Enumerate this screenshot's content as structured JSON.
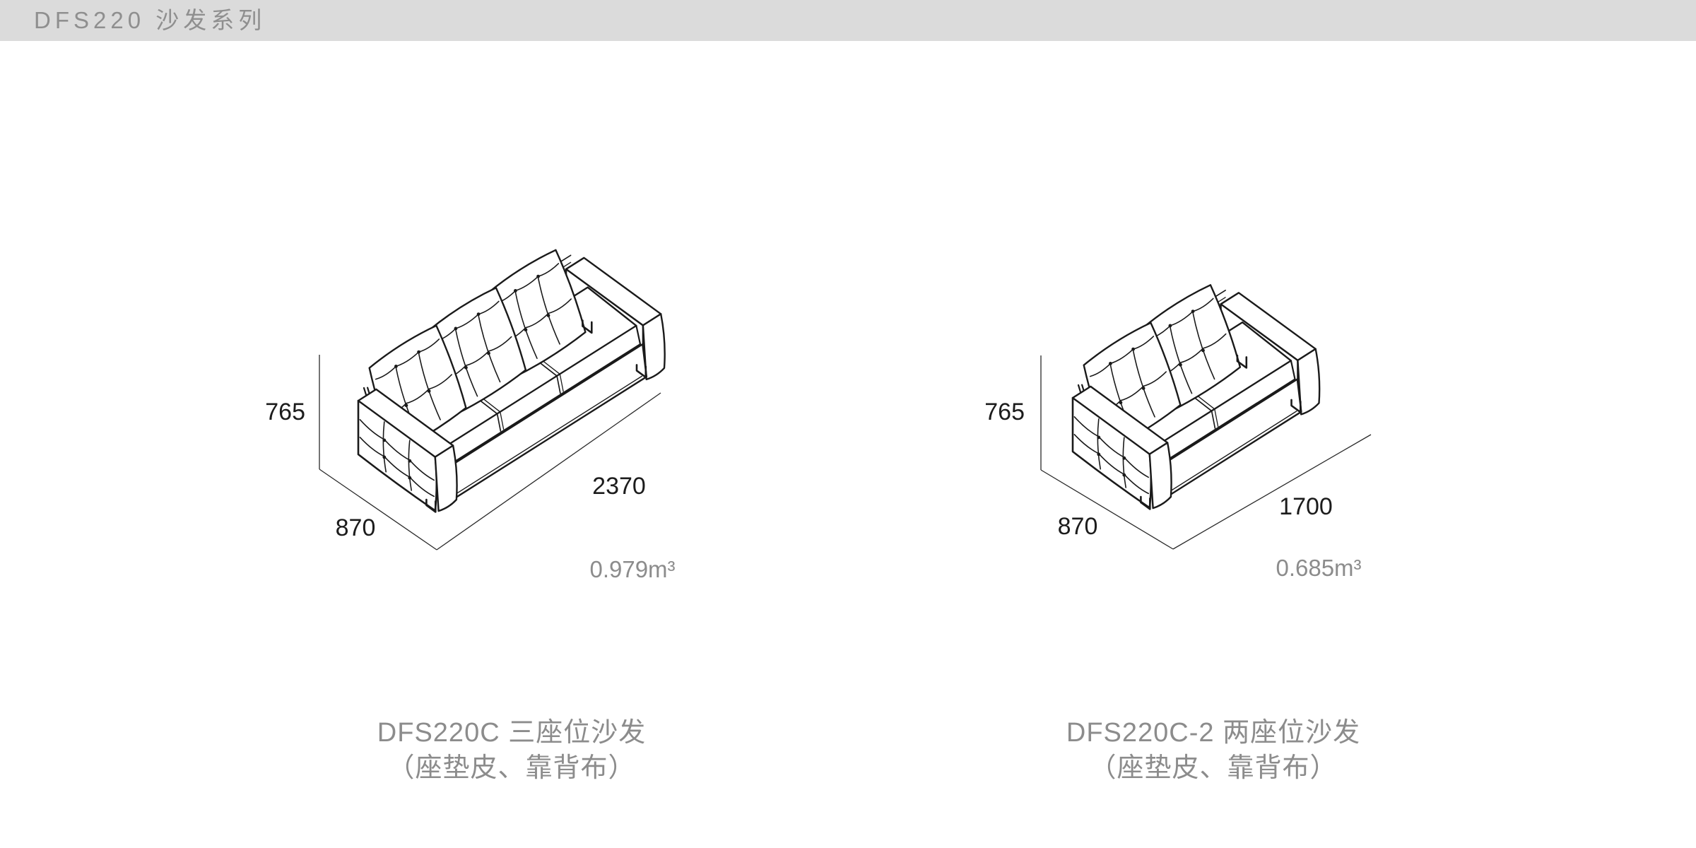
{
  "header": {
    "title": "DFS220 沙发系列",
    "background": "#dbdbdb",
    "text_color": "#8f8f8f"
  },
  "figures": [
    {
      "name": "three-seat-sofa",
      "seats": 3,
      "dimensions": {
        "height": "765",
        "depth": "870",
        "length": "2370"
      },
      "volume": "0.979m³",
      "caption": {
        "line1": "DFS220C 三座位沙发",
        "line2": "（座垫皮、靠背布）"
      }
    },
    {
      "name": "two-seat-sofa",
      "seats": 2,
      "dimensions": {
        "height": "765",
        "depth": "870",
        "length": "1700"
      },
      "volume": "0.685m³",
      "caption": {
        "line1": "DFS220C-2 两座位沙发",
        "line2": "（座垫皮、靠背布）"
      }
    }
  ],
  "drawing": {
    "stroke_color": "#1a1a1a",
    "dim_line_color": "#2a2a2a",
    "dim_text_color": "#1c1c1c",
    "muted_text_color": "#8c8c8c"
  }
}
